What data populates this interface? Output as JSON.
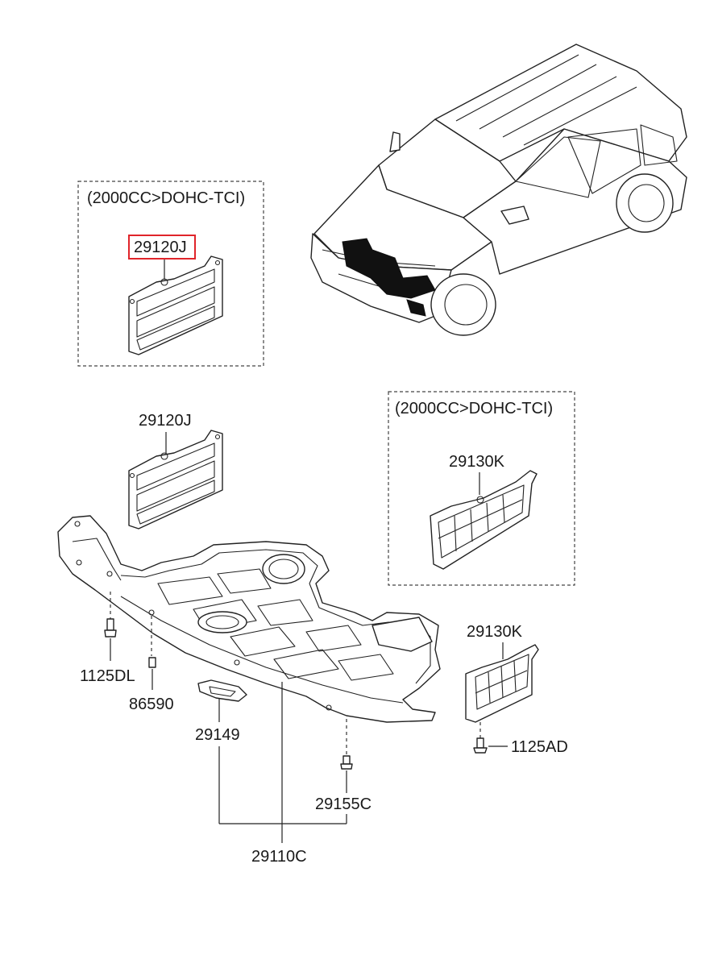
{
  "labels": {
    "variant_top": "(2000CC>DOHC-TCI)",
    "variant_right": "(2000CC>DOHC-TCI)",
    "part_29120J_highlighted": "29120J",
    "part_29120J": "29120J",
    "part_29130K_box": "29130K",
    "part_29130K": "29130K",
    "part_1125DL": "1125DL",
    "part_86590": "86590",
    "part_29149": "29149",
    "part_29155C": "29155C",
    "part_29110C": "29110C",
    "part_1125AD": "1125AD"
  },
  "highlight_color": "#e0242a"
}
